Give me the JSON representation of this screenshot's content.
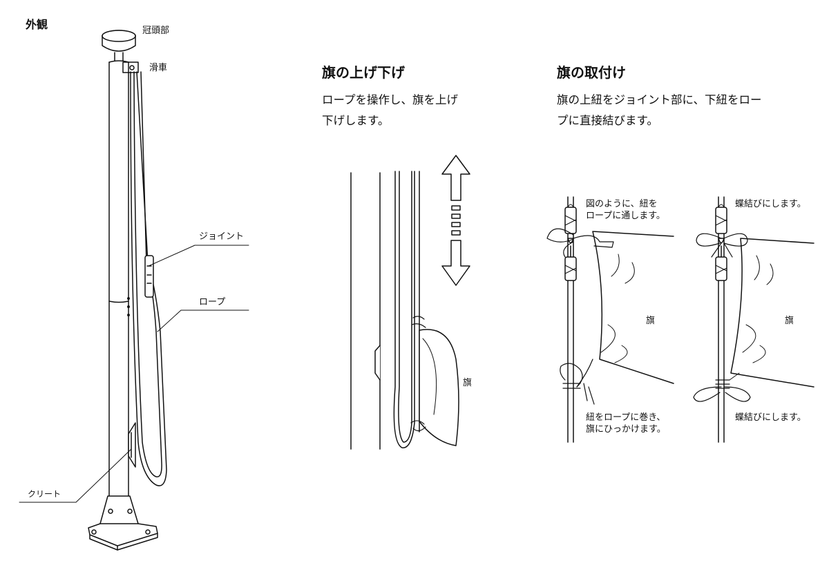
{
  "overview": {
    "section_title": "外観",
    "labels": {
      "crown": "冠頭部",
      "pulley": "滑車",
      "joint": "ジョイント",
      "rope": "ロープ",
      "cleat": "クリート"
    }
  },
  "raise_lower": {
    "title": "旗の上げ下げ",
    "desc_line1": "ロープを操作し、旗を上げ",
    "desc_line2": "下げします。",
    "flag_label": "旗"
  },
  "attach": {
    "title": "旗の取付け",
    "desc_line1": "旗の上紐をジョイント部に、下紐をロー",
    "desc_line2": "プに直接結びます。",
    "left": {
      "note_top_line1": "図のように、紐を",
      "note_top_line2": "ロープに通します。",
      "flag_label": "旗",
      "note_bottom_line1": "紐をロープに巻き、",
      "note_bottom_line2": "旗にひっかけます。"
    },
    "right": {
      "note_top": "蝶結びにします。",
      "flag_label": "旗",
      "note_bottom": "蝶結びにします。"
    }
  }
}
